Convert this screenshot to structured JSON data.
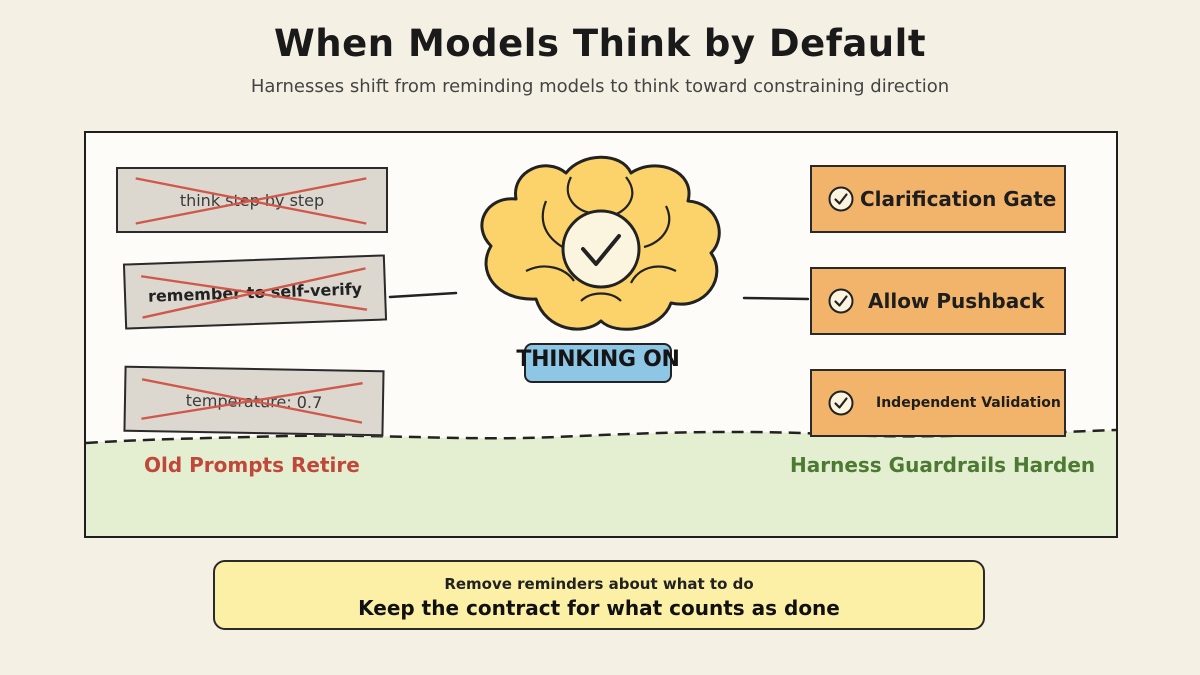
{
  "header": {
    "title": "When Models Think by Default",
    "subtitle": "Harnesses shift from reminding models to think toward constraining direction"
  },
  "old_prompts": [
    {
      "label": "think step by step",
      "status": "crossed-out"
    },
    {
      "label": "remember to self-verify",
      "status": "crossed-out"
    },
    {
      "label": "temperature: 0.7",
      "status": "crossed-out"
    }
  ],
  "center": {
    "icon": "brain-check-icon",
    "badge": "THINKING ON"
  },
  "guardrails": [
    {
      "label": "Clarification Gate",
      "icon": "check-circle-icon"
    },
    {
      "label": "Allow Pushback",
      "icon": "check-circle-icon"
    },
    {
      "label": "Independent Validation",
      "icon": "check-circle-icon"
    }
  ],
  "zones": {
    "left": "Old Prompts Retire",
    "right": "Harness Guardrails Harden"
  },
  "callout": {
    "line1": "Remove reminders about what to do",
    "line2": "Keep the contract for what counts as done"
  },
  "colors": {
    "background": "#f5f0e4",
    "old_prompt_fill": "#dcd8cf",
    "cross_red": "#d0584b",
    "brain_fill": "#fbd36a",
    "badge_blue": "#8ec6e6",
    "guard_orange": "#f2b46a",
    "ground_green": "#e4efd1",
    "left_label": "#c0483a",
    "right_label": "#4c7a32",
    "callout_yellow": "#fbf0a6"
  }
}
